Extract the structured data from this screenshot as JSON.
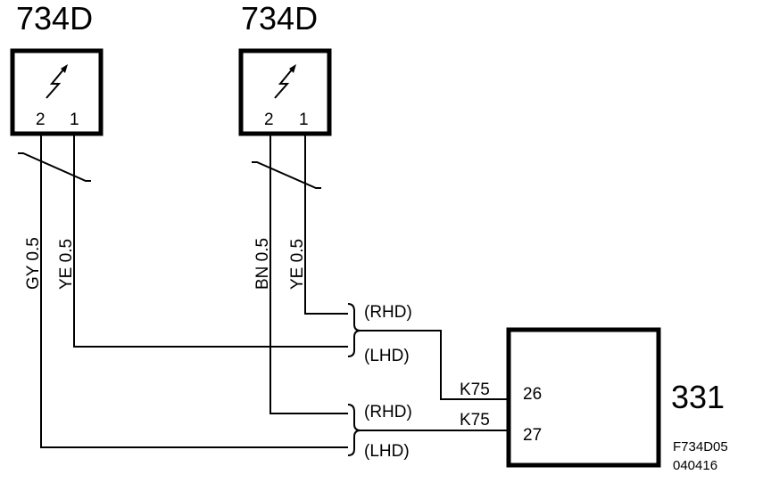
{
  "components": {
    "sensor_left": {
      "label": "734D",
      "pin_2": "2",
      "pin_1": "1",
      "symbol": "lightning-sensor-icon",
      "wire_pin2": "GY 0.5",
      "wire_pin1": "YE 0.5"
    },
    "sensor_right": {
      "label": "734D",
      "pin_2": "2",
      "pin_1": "1",
      "symbol": "lightning-sensor-icon",
      "wire_pin2": "BN 0.5",
      "wire_pin1": "YE 0.5"
    },
    "module": {
      "label": "331",
      "pin_26": "26",
      "pin_27": "27"
    }
  },
  "options": {
    "rhd_1": "(RHD)",
    "lhd_1": "(LHD)",
    "rhd_2": "(RHD)",
    "lhd_2": "(LHD)"
  },
  "connectors": {
    "k75_a": "K75",
    "k75_b": "K75"
  },
  "figure_code": {
    "line1": "F734D05",
    "line2": "040416"
  }
}
